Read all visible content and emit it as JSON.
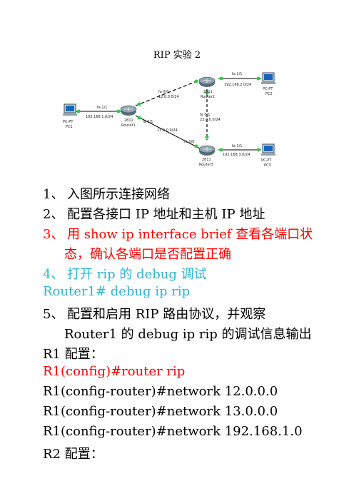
{
  "title": "RIP 实验 2",
  "diagram": {
    "devices": {
      "pc1": {
        "model": "PC-PT",
        "name": "PC1"
      },
      "router1": {
        "model": "2811",
        "name": "Router1"
      },
      "router2": {
        "model": "2811",
        "name": "Router2"
      },
      "router3": {
        "model": "2811",
        "name": "Router3"
      },
      "pc2": {
        "model": "PC-PT",
        "name": "PC2"
      },
      "pc3": {
        "model": "PC-PT",
        "name": "PC3"
      }
    },
    "links": {
      "pc1_r1": {
        "iface": "fa 1/1",
        "net": "192.168.1.0/24"
      },
      "r1_r2": {
        "iface": "fa 0/0",
        "net": "12.0.0.0/24"
      },
      "r1_r3": {
        "iface": "fa 0/1",
        "net": "13.0.0.0/24"
      },
      "r2_pc2": {
        "iface": "fa 1/1",
        "net": "192.168.2.0/24"
      },
      "r2_r3": {
        "iface": "fa 0/1",
        "net": "23.0.0.0/24"
      },
      "r3_iface": "fa 0/0",
      "r3_pc3": {
        "iface": "fa 1/1",
        "net": "192.168.3.0/24"
      }
    },
    "colors": {
      "link_up": "#2ecc40",
      "serial": "#000000"
    }
  },
  "steps": [
    {
      "num": "1、",
      "text": "入图所示连接网络"
    },
    {
      "num": "2、",
      "text": "配置各接口 IP 地址和主机 IP 地址"
    },
    {
      "num": "3、",
      "text": "用 show ip interface brief 查看各端口状",
      "cont": "态，确认各端口是否配置正确"
    },
    {
      "num": "4、",
      "text": "打开 rip 的 debug 调试"
    },
    {
      "cmd": "Router1# debug ip rip"
    },
    {
      "num": "5、",
      "text": "配置和启用 RIP 路由协议，并观察",
      "cont": "Router1 的 debug ip rip 的调试信息输出"
    }
  ],
  "config": {
    "r1_heading": "R1 配置：",
    "r1_lines": [
      "R1(config)#router rip",
      "R1(config-router)#network 12.0.0.0",
      "R1(config-router)#network 13.0.0.0",
      "R1(config-router)#network 192.168.1.0"
    ],
    "r2_heading": "R2 配置："
  },
  "text_colors": {
    "step3": "#ff0000",
    "step4": "#2fb5d0",
    "router_rip": "#ff0000"
  }
}
